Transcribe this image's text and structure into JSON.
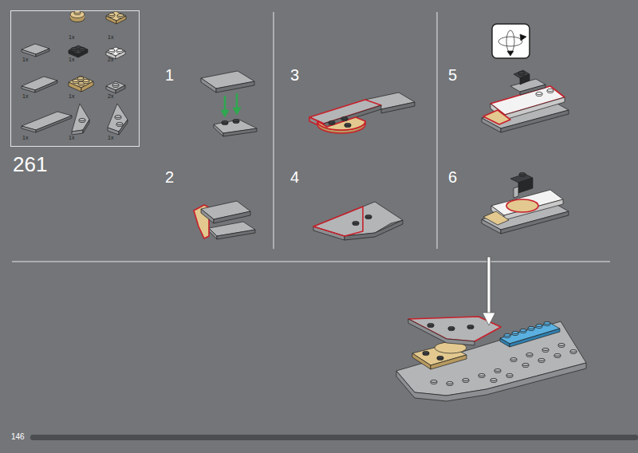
{
  "diagram": {
    "nodes": [
      {
        "text": [
          "1x",
          "1x",
          "1x",
          "1x",
          "2x",
          "1x",
          "1x",
          "2x",
          "1x",
          "1x",
          "1x"
        ]
      }
    ],
    "labels": [
      "261",
      "1",
      "2",
      "3",
      "4",
      "5",
      "6",
      "146"
    ]
  }
}
